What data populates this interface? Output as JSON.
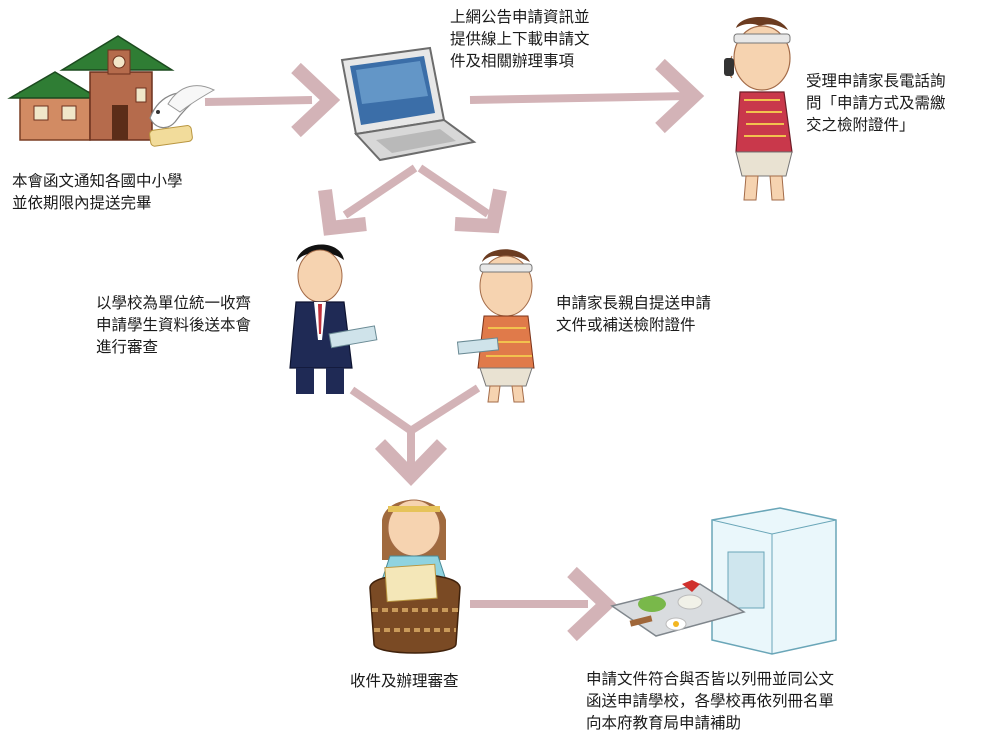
{
  "steps": {
    "notify": {
      "lines": [
        "本會函文通知各國中小學",
        "並依期限內提送完畢"
      ]
    },
    "announce": {
      "lines": [
        "上網公告申請資訊並",
        "提供線上下載申請文",
        "件及相關辦理事項"
      ]
    },
    "phone": {
      "lines": [
        "受理申請家長電話詢",
        "問「申請方式及需繳",
        "交之檢附證件」"
      ]
    },
    "school_submit": {
      "lines": [
        "以學校為單位統一收齊",
        "申請學生資料後送本會",
        "進行審查"
      ]
    },
    "parent_submit": {
      "lines": [
        "申請家長親自提送申請",
        "文件或補送檢附證件"
      ]
    },
    "review": {
      "lines": [
        "收件及辦理審查"
      ]
    },
    "result": {
      "lines": [
        "申請文件符合與否皆以列冊並同公文",
        "函送申請學校，各學校再依列冊名單",
        "向本府教育局申請補助"
      ]
    }
  },
  "colors": {
    "arrow": "#d3b3b7",
    "text": "#1a1a1a",
    "roof": "#2f7d34",
    "wall": "#b56b4c",
    "skin": "#f6d3b0",
    "suit": "#1f2a55",
    "drum": "#7a4a24"
  }
}
